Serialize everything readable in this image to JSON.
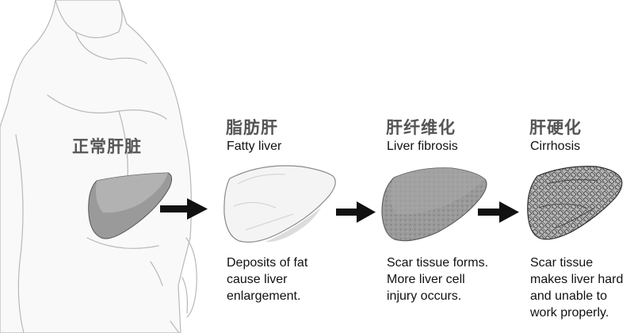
{
  "normal": {
    "label_zh": "正常肝脏"
  },
  "stages": [
    {
      "label_zh": "脂肪肝",
      "label_en": "Fatty liver",
      "desc_lines": [
        "Deposits of fat",
        "cause liver",
        "enlargement."
      ]
    },
    {
      "label_zh": "肝纤维化",
      "label_en": "Liver fibrosis",
      "desc_lines": [
        "Scar tissue forms.",
        "More liver cell",
        "injury occurs."
      ]
    },
    {
      "label_zh": "肝硬化",
      "label_en": "Cirrhosis",
      "desc_lines": [
        "Scar tissue",
        "makes liver hard",
        "and unable to",
        "work properly."
      ]
    }
  ],
  "colors": {
    "arrow": "#111111",
    "normal_liver": "#9a9a9a",
    "fatty_liver": "#f4f4f4",
    "fibrosis_liver": "#8c8c8c",
    "cirrhosis_liver": "#6f6f6f",
    "body_sketch": "#b8b8b8"
  }
}
